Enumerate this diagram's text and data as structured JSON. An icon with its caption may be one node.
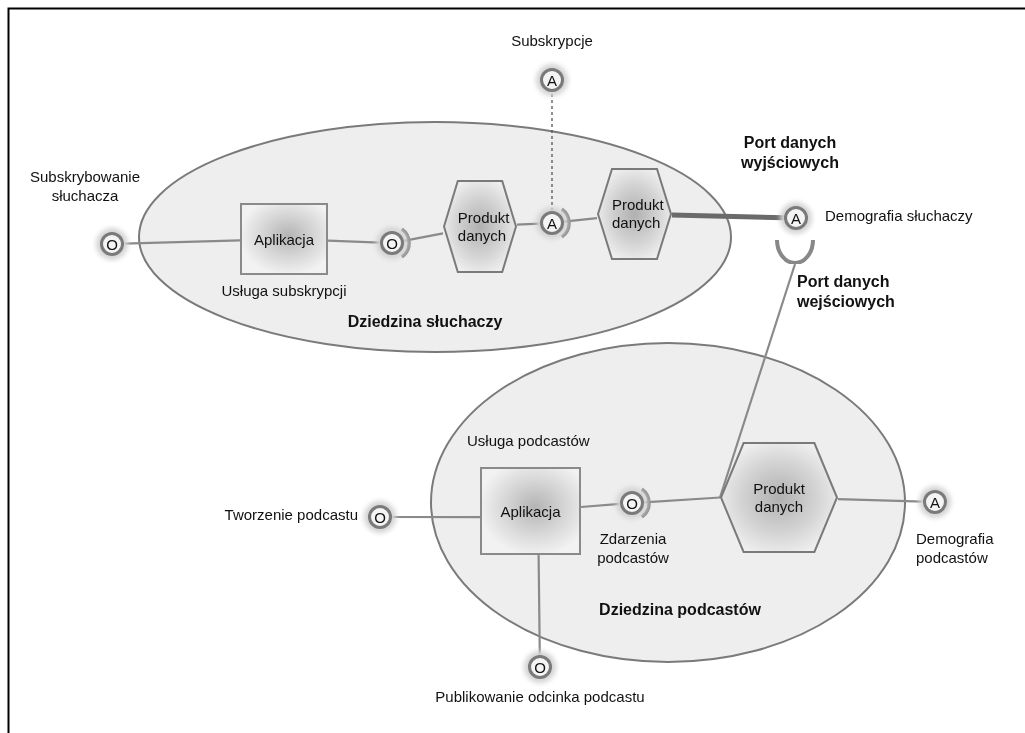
{
  "diagram": {
    "nodes": [
      {
        "text": [
          "Dziedzina słuchaczy"
        ]
      },
      {
        "text": [
          "O"
        ],
        "beside": [
          "Subskrybowanie słuchacza"
        ]
      },
      {
        "text": [
          "Aplikacja"
        ],
        "in": 0,
        "beside": [
          "Usługa subskrypcji"
        ]
      },
      {
        "text": [
          "O"
        ],
        "in": 0
      },
      {
        "text": [
          "Produkt danych"
        ],
        "in": 0
      },
      {
        "text": [
          "A"
        ],
        "in": 0
      },
      {
        "text": [
          "Produkt danych"
        ],
        "in": 0
      },
      {
        "text": [
          "A"
        ],
        "beside": [
          "Subskrypcje"
        ]
      },
      {
        "text": [
          "A"
        ],
        "beside": [
          "Demografia słuchaczy"
        ]
      },
      {
        "text": [
          "Dziedzina podcastów"
        ]
      },
      {
        "text": [
          "Aplikacja"
        ],
        "in": 9,
        "beside": [
          "Usługa podcastów"
        ]
      },
      {
        "text": [
          "O"
        ],
        "beside": [
          "Tworzenie podcastu"
        ]
      },
      {
        "text": [
          "O"
        ],
        "in": 9,
        "beside": [
          "Zdarzenia podcastów"
        ]
      },
      {
        "text": [
          "Produkt danych"
        ],
        "in": 9
      },
      {
        "text": [
          "A"
        ],
        "beside": [
          "Demografia podcastów"
        ]
      },
      {
        "text": [
          "O"
        ],
        "beside": [
          "Publikowanie odcinka podcastu"
        ]
      },
      {
        "text": [],
        "shape": "arc"
      }
    ],
    "edges": [
      {
        "from": 1,
        "to": 2,
        "arrow": "none"
      },
      {
        "from": 2,
        "to": 3,
        "arrow": "none"
      },
      {
        "from": 3,
        "to": 4,
        "arrow": "none"
      },
      {
        "from": 4,
        "to": 5,
        "arrow": "none"
      },
      {
        "from": 5,
        "to": 7,
        "arrow": "none",
        "style": "dashed"
      },
      {
        "from": 5,
        "to": 6,
        "arrow": "none"
      },
      {
        "from": 6,
        "to": 8,
        "arrow": "none",
        "style": "thick"
      },
      {
        "from": 11,
        "to": 10,
        "arrow": "none"
      },
      {
        "from": 10,
        "to": 12,
        "arrow": "none"
      },
      {
        "from": 12,
        "to": 13,
        "arrow": "none"
      },
      {
        "from": 13,
        "to": 14,
        "arrow": "none"
      },
      {
        "from": 10,
        "to": 15,
        "arrow": "none"
      },
      {
        "from": 16,
        "to": 13,
        "arrow": "none"
      }
    ],
    "labels": [
      "Port danych wyjściowych",
      "Port danych wejściowych"
    ]
  }
}
